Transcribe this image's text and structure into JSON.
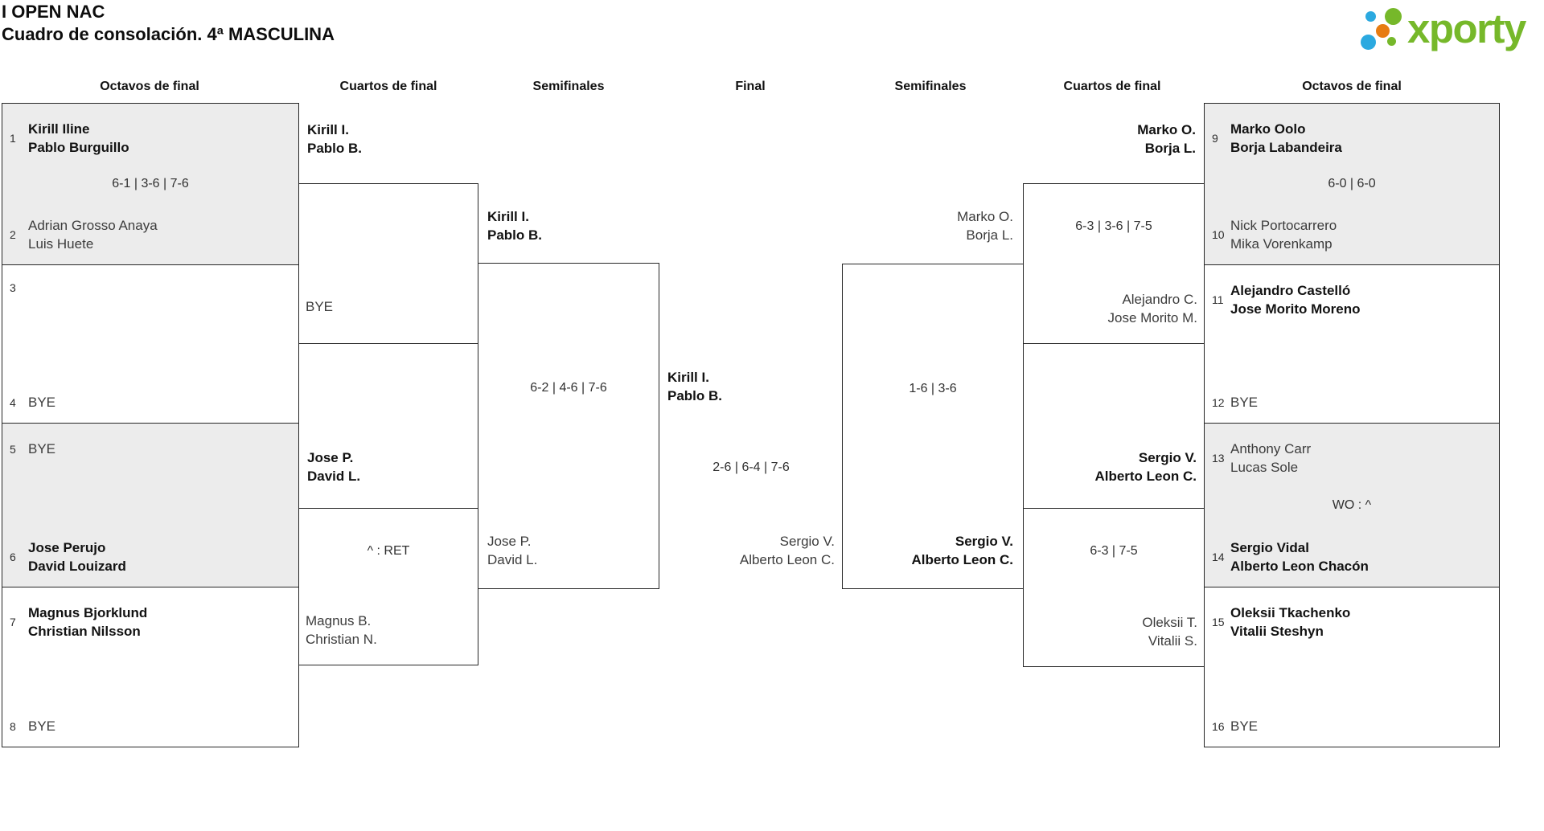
{
  "header": {
    "title": "I OPEN NAC",
    "subtitle": "Cuadro de consolación. 4ª MASCULINA"
  },
  "logo": {
    "text": "xporty"
  },
  "colors": {
    "logo_green": "#76b82a",
    "logo_blue": "#2ba9e0",
    "logo_orange": "#e77c12",
    "shaded_box": "#ececec",
    "border": "#262626"
  },
  "round_headers": {
    "left_r16": "Octavos de final",
    "left_qf": "Cuartos de final",
    "left_sf": "Semifinales",
    "final": "Final",
    "right_sf": "Semifinales",
    "right_qf": "Cuartos de final",
    "right_r16": "Octavos de final"
  },
  "r16_matches": [
    {
      "seed1": "1",
      "team1": [
        "Kirill Iline",
        "Pablo Burguillo"
      ],
      "winner": "team1",
      "score": "6-1 | 3-6 | 7-6",
      "seed2": "2",
      "team2": [
        "Adrian Grosso Anaya",
        "Luis Huete"
      ]
    },
    {
      "seed1": "3",
      "team1": [],
      "winner": null,
      "score": "",
      "seed2": "4",
      "team2": [
        "BYE"
      ]
    },
    {
      "seed1": "5",
      "team1": [
        "BYE"
      ],
      "winner": "team2",
      "score": "",
      "seed2": "6",
      "team2": [
        "Jose Perujo",
        "David Louizard"
      ]
    },
    {
      "seed1": "7",
      "team1": [
        "Magnus Bjorklund",
        "Christian Nilsson"
      ],
      "winner": "team1",
      "score": "",
      "seed2": "8",
      "team2": [
        "BYE"
      ]
    },
    {
      "seed1": "9",
      "team1": [
        "Marko Oolo",
        "Borja Labandeira"
      ],
      "winner": "team1",
      "score": "6-0 | 6-0",
      "seed2": "10",
      "team2": [
        "Nick Portocarrero",
        "Mika Vorenkamp"
      ]
    },
    {
      "seed1": "11",
      "team1": [
        "Alejandro Castelló",
        "Jose Morito Moreno"
      ],
      "winner": "team1",
      "score": "",
      "seed2": "12",
      "team2": [
        "BYE"
      ]
    },
    {
      "seed1": "13",
      "team1": [
        "Anthony Carr",
        "Lucas Sole"
      ],
      "winner": "team2",
      "score": "WO : ^",
      "seed2": "14",
      "team2": [
        "Sergio Vidal",
        "Alberto Leon Chacón"
      ]
    },
    {
      "seed1": "15",
      "team1": [
        "Oleksii Tkachenko",
        "Vitalii Steshyn"
      ],
      "winner": "team1",
      "score": "",
      "seed2": "16",
      "team2": [
        "BYE"
      ]
    }
  ],
  "qf_matches": [
    {
      "team1": [
        "Kirill I.",
        "Pablo B."
      ],
      "winner": "team1",
      "score": "",
      "team2": [
        "BYE"
      ]
    },
    {
      "team1": [
        "Jose P.",
        "David L."
      ],
      "winner": "team1",
      "score": "^ : RET",
      "team2": [
        "Magnus B.",
        "Christian N."
      ]
    },
    {
      "team1": [
        "Marko O.",
        "Borja L."
      ],
      "winner": "team1",
      "score": "6-3 | 3-6 | 7-5",
      "team2": [
        "Alejandro C.",
        "Jose Morito M."
      ]
    },
    {
      "team1": [
        "Sergio V.",
        "Alberto Leon C."
      ],
      "winner": "team1",
      "score": "6-3 | 7-5",
      "team2": [
        "Oleksii T.",
        "Vitalii S."
      ]
    }
  ],
  "sf_matches": [
    {
      "team1": [
        "Kirill I.",
        "Pablo B."
      ],
      "winner": "team1",
      "score": "6-2 | 4-6 | 7-6",
      "team2": [
        "Jose P.",
        "David L."
      ]
    },
    {
      "team1": [
        "Marko O.",
        "Borja L."
      ],
      "winner": "team2",
      "score": "1-6 | 3-6",
      "team2": [
        "Sergio V.",
        "Alberto Leon C."
      ]
    }
  ],
  "final_match": {
    "team1": [
      "Kirill I.",
      "Pablo B."
    ],
    "winner": "team1",
    "score": "2-6 | 6-4 | 7-6",
    "team2": [
      "Sergio V.",
      "Alberto Leon C."
    ]
  }
}
